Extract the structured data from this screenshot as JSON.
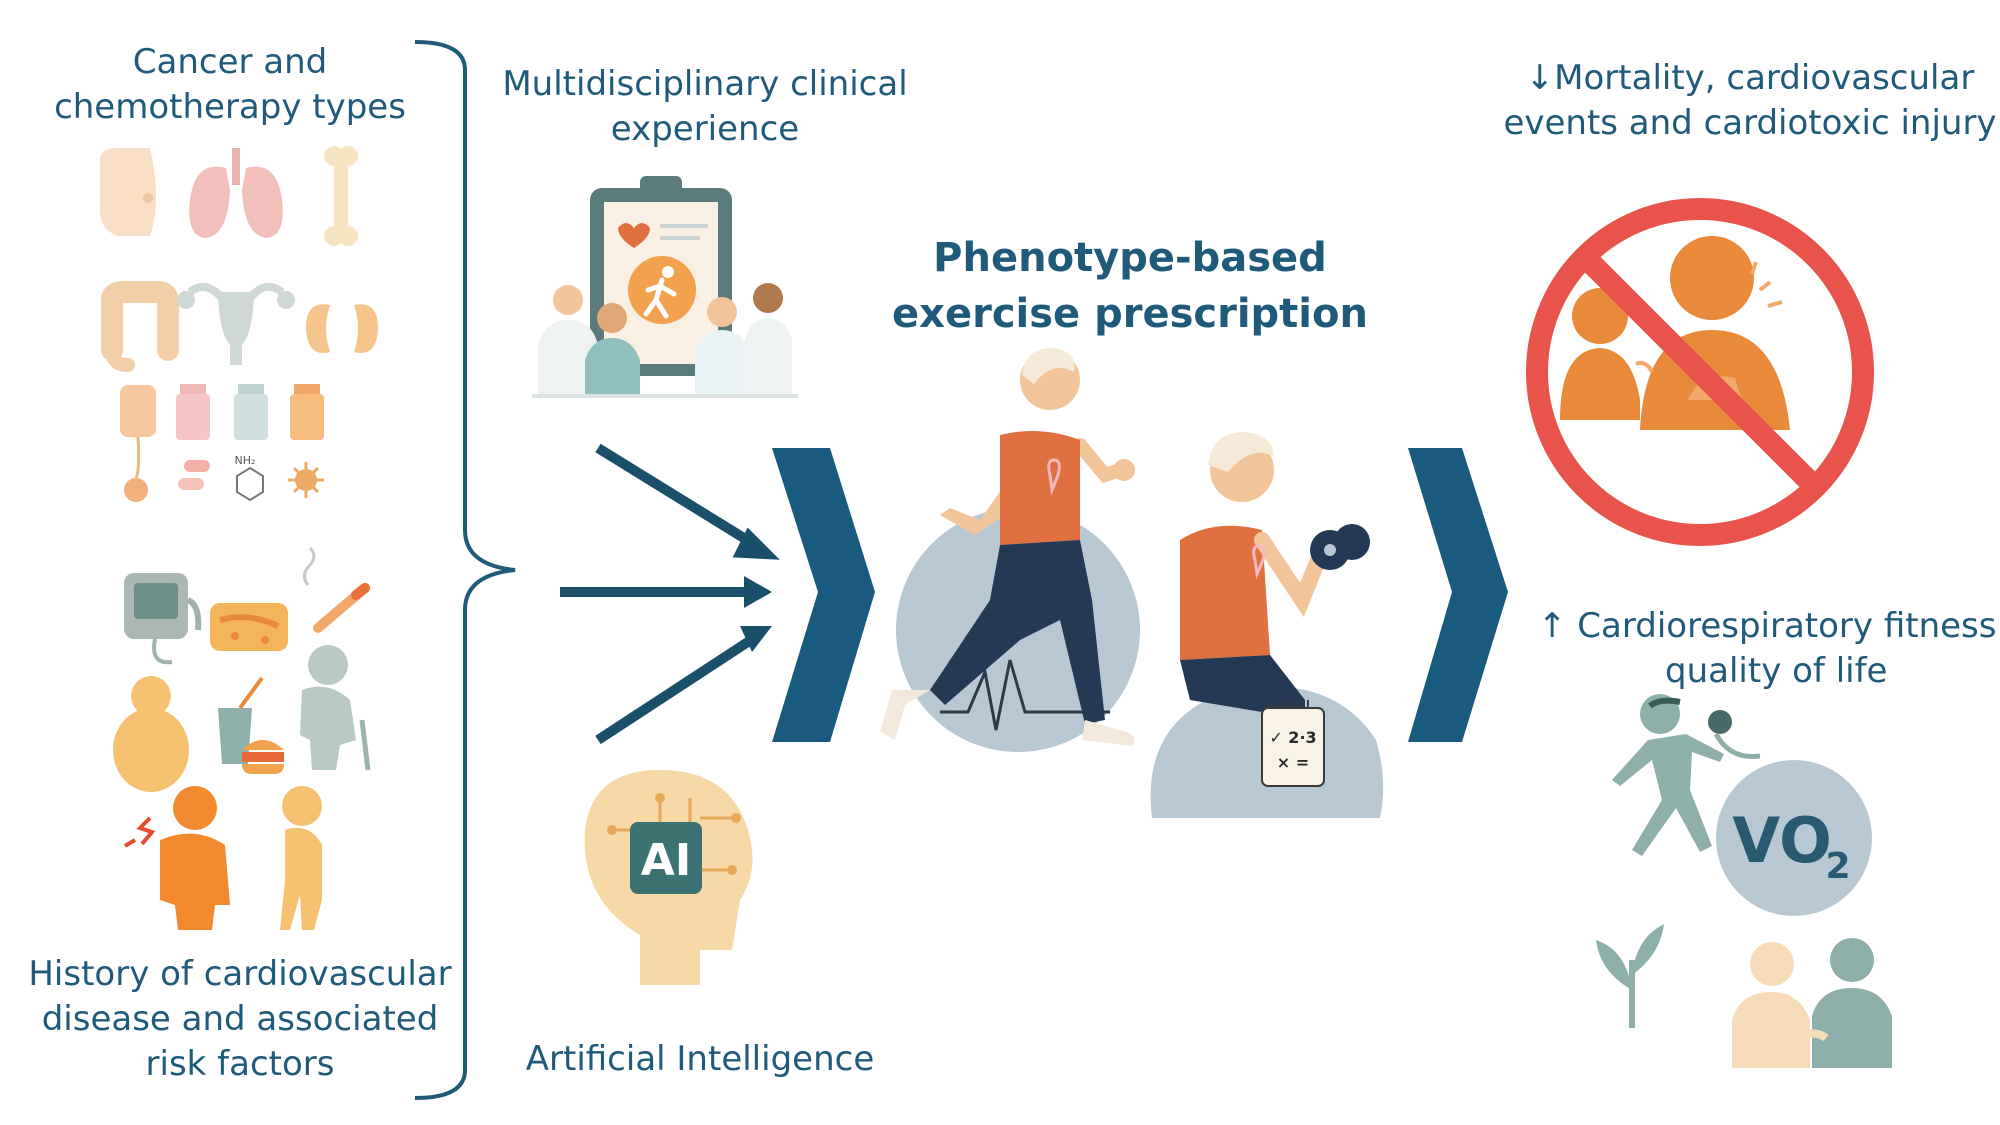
{
  "labels": {
    "cancer_line1": "Cancer and",
    "cancer_line2": "chemotherapy types",
    "history_line1": "History of cardiovascular",
    "history_line2": "disease and associated",
    "history_line3": "risk factors",
    "clinical_line1": "Multidisciplinary clinical",
    "clinical_line2": "experience",
    "ai_caption": "Artificial Intelligence",
    "ai_chip": "AI",
    "prescription_line1": "Phenotype-based",
    "prescription_line2": "exercise prescription",
    "mortality_line1": "↓Mortality, cardiovascular",
    "mortality_line2": "events and cardiotoxic injury",
    "fitness_line1": "↑ Cardiorespiratory fitness e",
    "fitness_line2": "quality of life",
    "vo2_badge": "VO",
    "vo2_sub": "2",
    "notepad_line1": "✓ 2·3",
    "notepad_line2": "× =",
    "nh2_label": "NH₂"
  },
  "icons": {
    "cancer_organs": [
      "breast-icon",
      "lungs-icon",
      "bone-icon",
      "colon-icon",
      "uterus-icon",
      "kidneys-icon"
    ],
    "chemotherapy": [
      "iv-bag-icon",
      "vial-icon",
      "vial-icon",
      "vial-icon",
      "pills-icon",
      "chemical-structure-icon",
      "virus-icon"
    ],
    "risk_factors": [
      "blood-pressure-monitor-icon",
      "food-icon",
      "cigarette-icon",
      "obese-person-icon",
      "fast-food-icon",
      "elderly-person-icon",
      "chest-pain-icon",
      "fatigued-person-icon"
    ]
  },
  "colors": {
    "primary": "#1f5a7a",
    "chevron": "#1a5a7e",
    "accent_orange": "#e07040",
    "prohibit_red": "#e8534b",
    "pale_blue": "#b7c8d3",
    "sage": "#8fb0aa"
  }
}
